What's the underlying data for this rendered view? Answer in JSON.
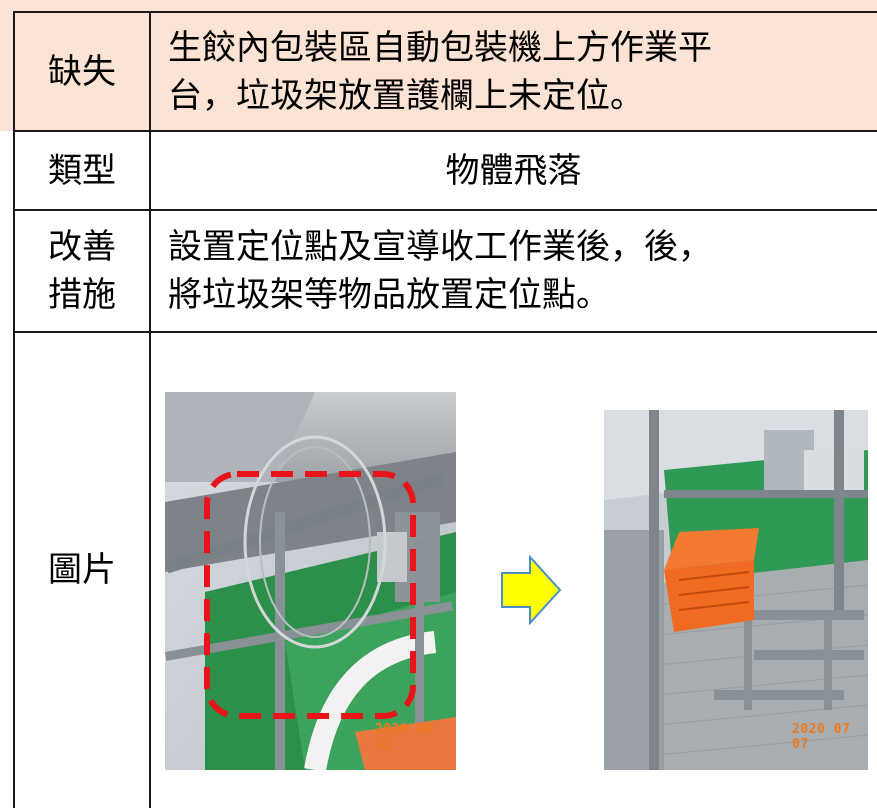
{
  "table": {
    "rows": [
      {
        "label": "缺失",
        "value_lines": [
          "生餃內包裝區自動包裝機上方作業平",
          "台，垃圾架放置護欄上未定位。"
        ]
      },
      {
        "label": "類型",
        "value_lines": [
          "物體飛落"
        ]
      },
      {
        "label_lines": [
          "改善",
          "措施"
        ],
        "value_lines": [
          "設置定位點及宣導收工作業後，後，",
          "將垃圾架等物品放置定位點。"
        ]
      },
      {
        "label": "圖片"
      }
    ]
  },
  "photos": {
    "before": {
      "date_stamp": "2020 06 23",
      "highlight_color": "#e8141a"
    },
    "after": {
      "date_stamp": "2020 07 07"
    }
  },
  "arrow": {
    "color": "#ffff00",
    "stroke": "#4a8fc9"
  },
  "colors": {
    "header_bg": "#fbe4d5",
    "border": "#1a1a1a"
  }
}
